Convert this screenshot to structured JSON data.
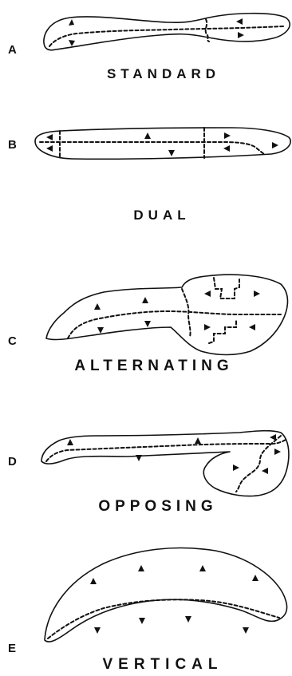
{
  "panels": [
    {
      "letter": "A",
      "caption": "STANDARD"
    },
    {
      "letter": "B",
      "caption": "DUAL"
    },
    {
      "letter": "C",
      "caption": "ALTERNATING"
    },
    {
      "letter": "D",
      "caption": "OPPOSING"
    },
    {
      "letter": "E",
      "caption": "VERTICAL"
    }
  ]
}
